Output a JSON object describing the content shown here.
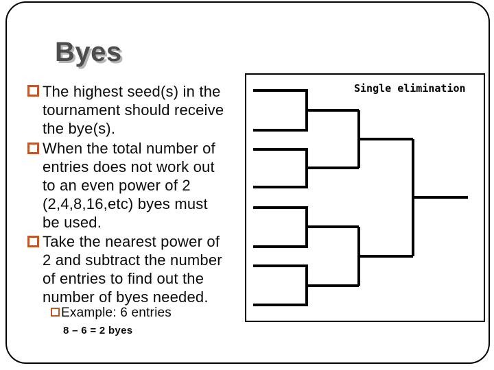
{
  "slide": {
    "title": "Byes",
    "bullets": [
      {
        "text": "The highest seed(s) in the\ntournament should receive\nthe bye(s)."
      },
      {
        "text": "When the total number of\nentries does not work out\nto an even power of 2\n(2,4,8,16,etc) byes must\nbe used."
      },
      {
        "text": "Take the nearest power of\n2 and subtract the number\nof entries to find out the\nnumber of byes needed."
      }
    ],
    "sub_bullet": {
      "text": "Example: 6 entries"
    },
    "formula": "8 – 6 = 2 byes"
  },
  "diagram": {
    "label": "Single elimination",
    "type": "single-elimination-bracket",
    "first_round_slots": 8,
    "rounds": 3
  },
  "colors": {
    "bullet": "#c0562b",
    "title": "#4d4d4d",
    "title_shadow": "#b5b5b5",
    "line": "#000000"
  }
}
